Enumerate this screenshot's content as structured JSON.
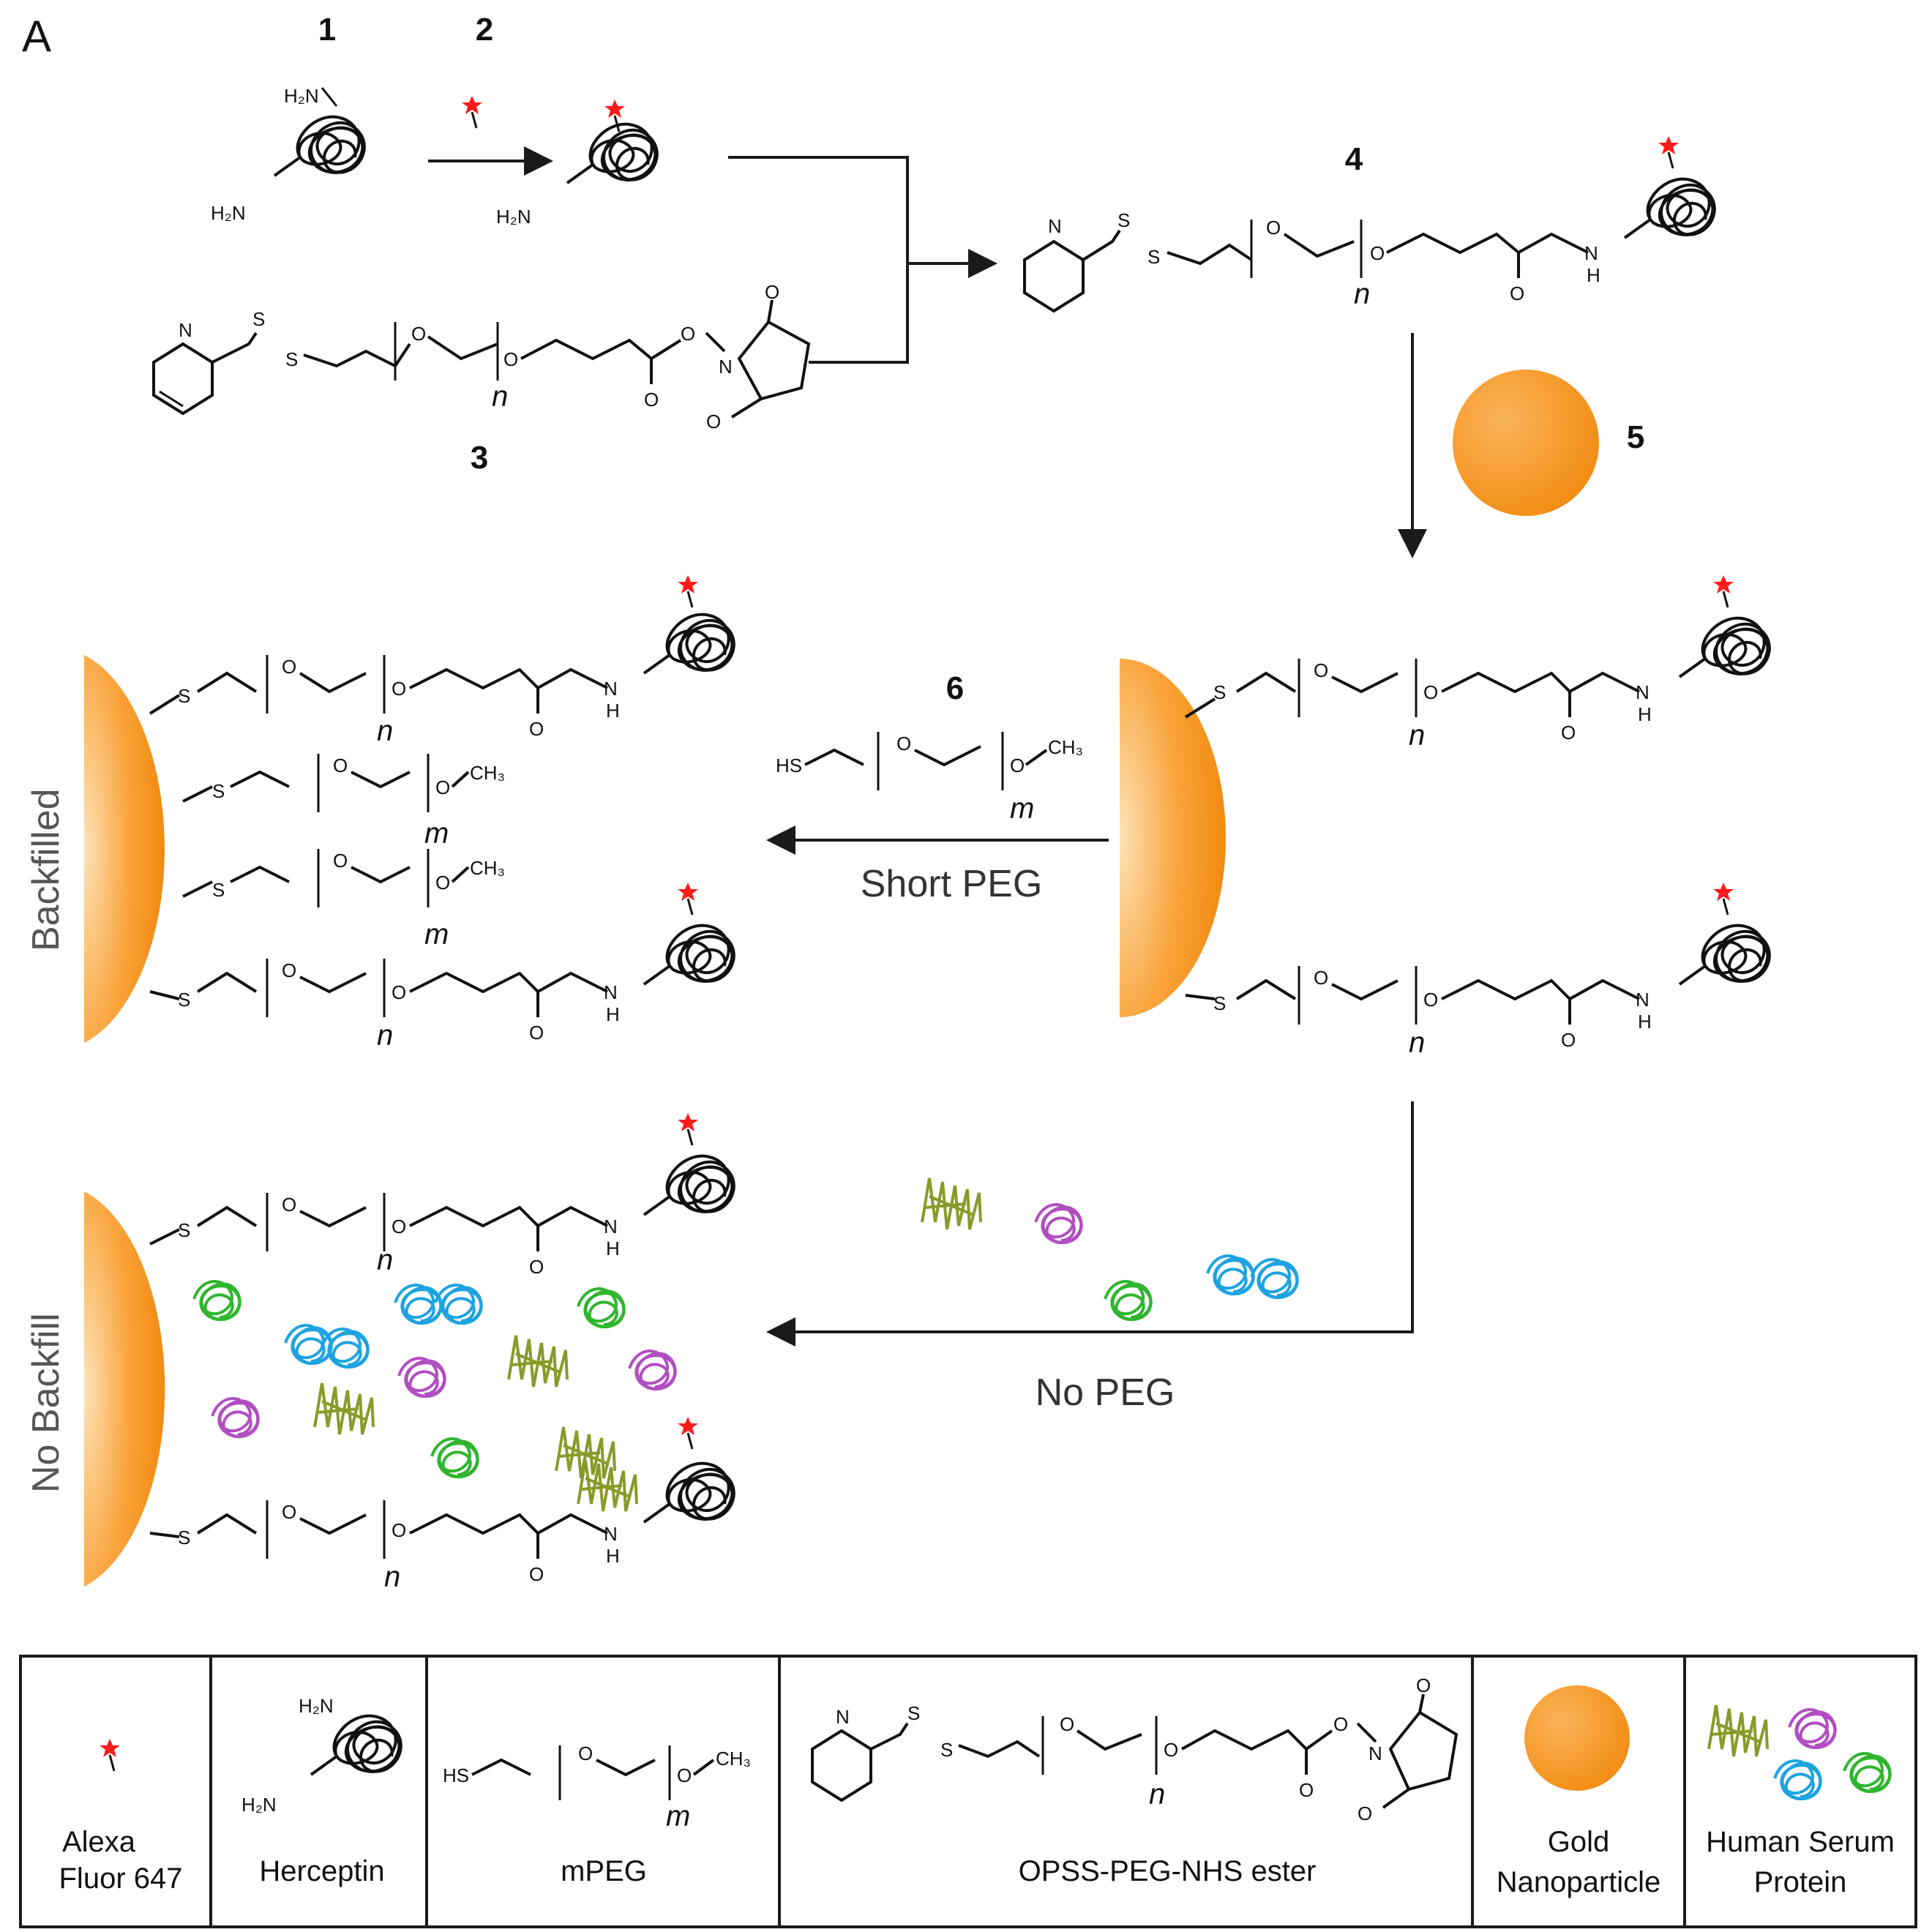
{
  "panel_label": "A",
  "compounds": {
    "c1": "1",
    "c2": "2",
    "c3": "3",
    "c4": "4",
    "c5": "5",
    "c6": "6"
  },
  "atoms": {
    "amine": "H₂N",
    "N": "N",
    "S": "S",
    "O": "O",
    "NH": "N",
    "H": "H",
    "HS": "HS",
    "CH3": "CH₃"
  },
  "repeat_units": {
    "n": "n",
    "m": "m"
  },
  "process_labels": {
    "short_peg": "Short PEG",
    "no_peg": "No PEG"
  },
  "side_labels": {
    "backfilled": "Backfilled",
    "no_backfill": "No Backfill"
  },
  "legend": {
    "alexa": [
      "Alexa",
      "Fluor 647"
    ],
    "herceptin": "Herceptin",
    "mpeg": "mPEG",
    "opss": "OPSS-PEG-NHS ester",
    "gold": [
      "Gold",
      "Nanoparticle"
    ],
    "hsp": [
      "Human Serum",
      "Protein"
    ]
  },
  "colors": {
    "gold": "#f7941d",
    "gold_light": "#fde0b0",
    "dye": "#ff1a1a",
    "protein_olive": "#8a9a2a",
    "protein_magenta": "#b04fc0",
    "protein_green": "#2fb52f",
    "protein_blue": "#1ea3e0",
    "line": "#1a1a1a"
  }
}
